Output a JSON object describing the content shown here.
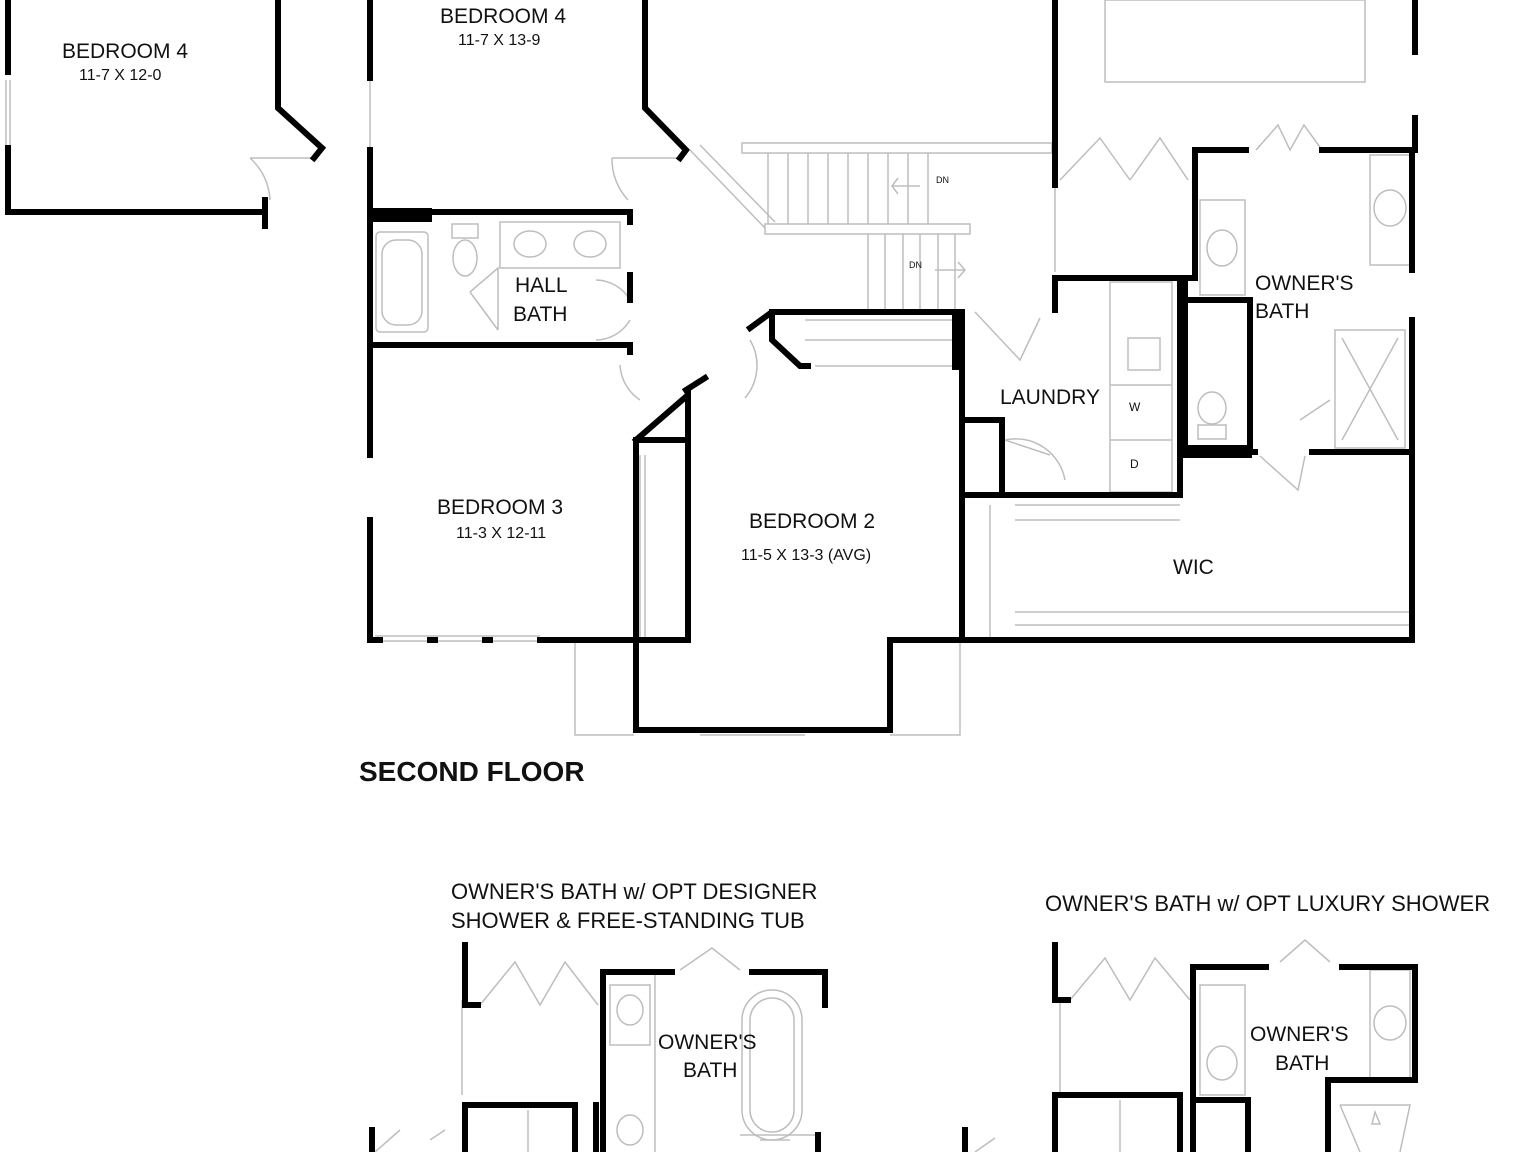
{
  "floor_title": "SECOND FLOOR",
  "rooms": {
    "bedroom4_left": {
      "name": "BEDROOM 4",
      "dims": "11-7 X 12-0"
    },
    "bedroom4_center": {
      "name": "BEDROOM 4",
      "dims": "11-7 X 13-9"
    },
    "hall_bath": {
      "name_line1": "HALL",
      "name_line2": "BATH"
    },
    "bedroom3": {
      "name": "BEDROOM 3",
      "dims": "11-3 X 12-11"
    },
    "bedroom2": {
      "name": "BEDROOM 2",
      "dims": "11-5 X 13-3 (AVG)"
    },
    "laundry": {
      "name": "LAUNDRY",
      "washer": "W",
      "dryer": "D"
    },
    "owners_bath": {
      "name_line1": "OWNER'S",
      "name_line2": "BATH"
    },
    "wic": {
      "name": "WIC"
    }
  },
  "stairs": {
    "dn_upper": "DN",
    "dn_lower": "DN"
  },
  "options": {
    "designer": {
      "caption_line1": "OWNER'S BATH w/ OPT DESIGNER",
      "caption_line2": "SHOWER & FREE-STANDING TUB",
      "name_line1": "OWNER'S",
      "name_line2": "BATH"
    },
    "luxury": {
      "caption": "OWNER'S BATH w/ OPT LUXURY SHOWER",
      "name_line1": "OWNER'S",
      "name_line2": "BATH"
    }
  },
  "colors": {
    "wall": "#000000",
    "fixture": "#bdbdbd",
    "background": "#ffffff"
  }
}
